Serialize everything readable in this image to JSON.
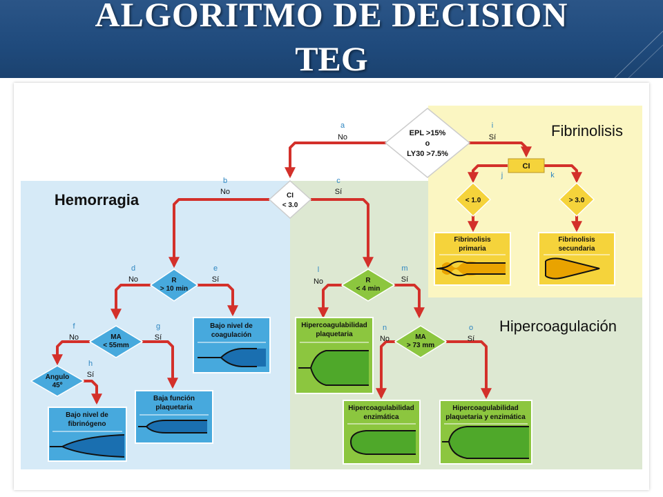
{
  "slide": {
    "title_line1": "ALGORITMO DE DECISION",
    "title_line2": "TEG"
  },
  "regions": {
    "fibrinolysis": "Fibrinolisis",
    "hemorrhage": "Hemorragia",
    "hypercoag": "Hipercoagulación"
  },
  "nodes": {
    "epl": {
      "line1": "EPL >15%",
      "line2": "o",
      "line3": "LY30 >7.5%"
    },
    "ci_top": {
      "line1": "CI",
      "line2": "< 3.0"
    },
    "ci_fib": {
      "line1": "CI"
    },
    "le10": {
      "line1": "< 1.0"
    },
    "ge30": {
      "line1": "> 3.0"
    },
    "r10": {
      "line1": "R",
      "line2": "> 10 min"
    },
    "ma55": {
      "line1": "MA",
      "line2": "< 55mm"
    },
    "angulo": {
      "line1": "Angulo",
      "line2": "45º"
    },
    "r4": {
      "line1": "R",
      "line2": "< 4 min"
    },
    "ma73": {
      "line1": "MA",
      "line2": "> 73 mm"
    }
  },
  "results": {
    "fib_primaria": {
      "line1": "Fibrinolisis",
      "line2": "primaria"
    },
    "fib_secundaria": {
      "line1": "Fibrinolisis",
      "line2": "secundaria"
    },
    "bajo_coag": {
      "line1": "Bajo nivel de",
      "line2": "coagulación"
    },
    "baja_plaq": {
      "line1": "Baja función",
      "line2": "plaquetaria"
    },
    "bajo_fibrin": {
      "line1": "Bajo nivel de",
      "line2": "fibrinógeno"
    },
    "hiper_plaq": {
      "line1": "Hipercoagulabilidad",
      "line2": "plaquetaria"
    },
    "hiper_enz": {
      "line1": "Hipercoagulabilidad",
      "line2": "enzimática"
    },
    "hiper_plaq_enz": {
      "line1": "Hipercoagulabilidad",
      "line2": "plaquetaria y enzimática"
    }
  },
  "edges": {
    "a": {
      "letter": "a",
      "label": "No"
    },
    "i": {
      "letter": "i",
      "label": "Sí"
    },
    "j": {
      "letter": "j"
    },
    "k": {
      "letter": "k"
    },
    "b": {
      "letter": "b",
      "label": "No"
    },
    "c": {
      "letter": "c",
      "label": "Sí"
    },
    "d": {
      "letter": "d",
      "label": "No"
    },
    "e": {
      "letter": "e",
      "label": "Sí"
    },
    "f": {
      "letter": "f",
      "label": "No"
    },
    "g": {
      "letter": "g",
      "label": "Sí"
    },
    "h": {
      "letter": "h",
      "label": "Sí"
    },
    "l": {
      "letter": "l",
      "label": "No"
    },
    "m": {
      "letter": "m",
      "label": "Sí"
    },
    "n": {
      "letter": "n",
      "label": "No"
    },
    "o": {
      "letter": "o",
      "label": "Sí"
    }
  },
  "colors": {
    "arrow": "#d3302a",
    "blue_region": "#d6eaf7",
    "green_region": "#dde8d2",
    "yellow_region": "#fbf6c2",
    "letter": "#2e86c1"
  }
}
